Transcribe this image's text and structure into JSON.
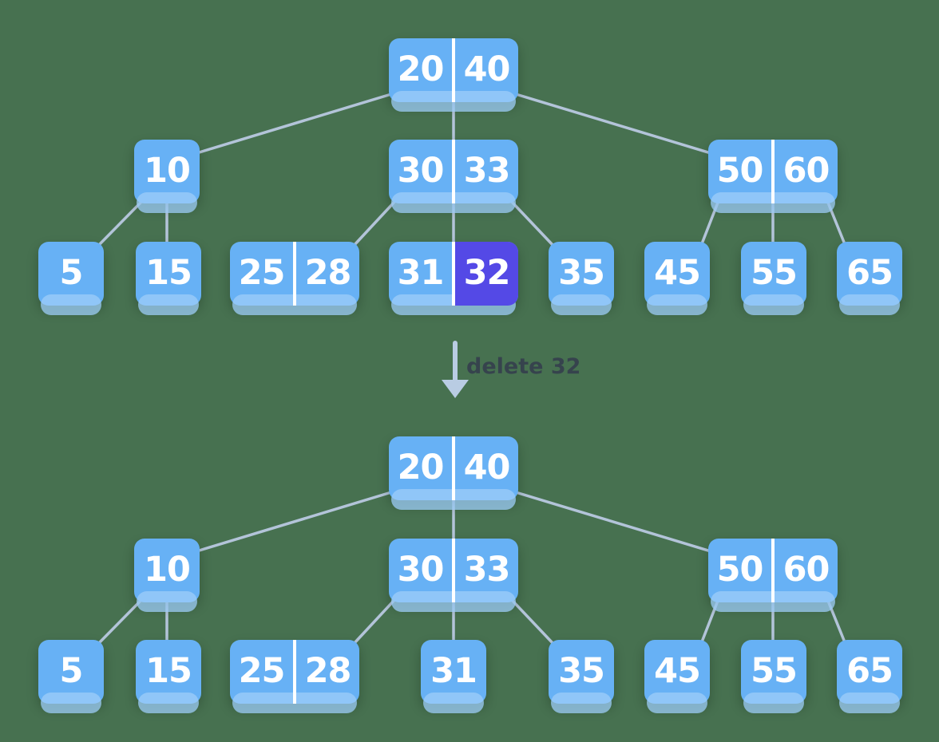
{
  "colors": {
    "background": "#477150",
    "node": "#67B1F5",
    "node-lip": "#9ECDF8",
    "highlight": "#5449E6",
    "divider": "#FFFFFF",
    "edge": "#B3C4D9",
    "arrow": "#B9CCE3",
    "label": "#36434D",
    "key-text": "#FFFFFF"
  },
  "operation": {
    "label": "delete 32"
  },
  "before": {
    "root": {
      "keys": [
        "20",
        "40"
      ]
    },
    "internal": [
      {
        "keys": [
          "10"
        ]
      },
      {
        "keys": [
          "30",
          "33"
        ]
      },
      {
        "keys": [
          "50",
          "60"
        ]
      }
    ],
    "leaves": [
      {
        "keys": [
          "5"
        ]
      },
      {
        "keys": [
          "15"
        ]
      },
      {
        "keys": [
          "25",
          "28"
        ]
      },
      {
        "keys": [
          "31",
          "32"
        ]
      },
      {
        "keys": [
          "35"
        ]
      },
      {
        "keys": [
          "45"
        ]
      },
      {
        "keys": [
          "55"
        ]
      },
      {
        "keys": [
          "65"
        ]
      }
    ],
    "highlighted_key": "32"
  },
  "after": {
    "root": {
      "keys": [
        "20",
        "40"
      ]
    },
    "internal": [
      {
        "keys": [
          "10"
        ]
      },
      {
        "keys": [
          "30",
          "33"
        ]
      },
      {
        "keys": [
          "50",
          "60"
        ]
      }
    ],
    "leaves": [
      {
        "keys": [
          "5"
        ]
      },
      {
        "keys": [
          "15"
        ]
      },
      {
        "keys": [
          "25",
          "28"
        ]
      },
      {
        "keys": [
          "31"
        ]
      },
      {
        "keys": [
          "35"
        ]
      },
      {
        "keys": [
          "45"
        ]
      },
      {
        "keys": [
          "55"
        ]
      },
      {
        "keys": [
          "65"
        ]
      }
    ]
  }
}
